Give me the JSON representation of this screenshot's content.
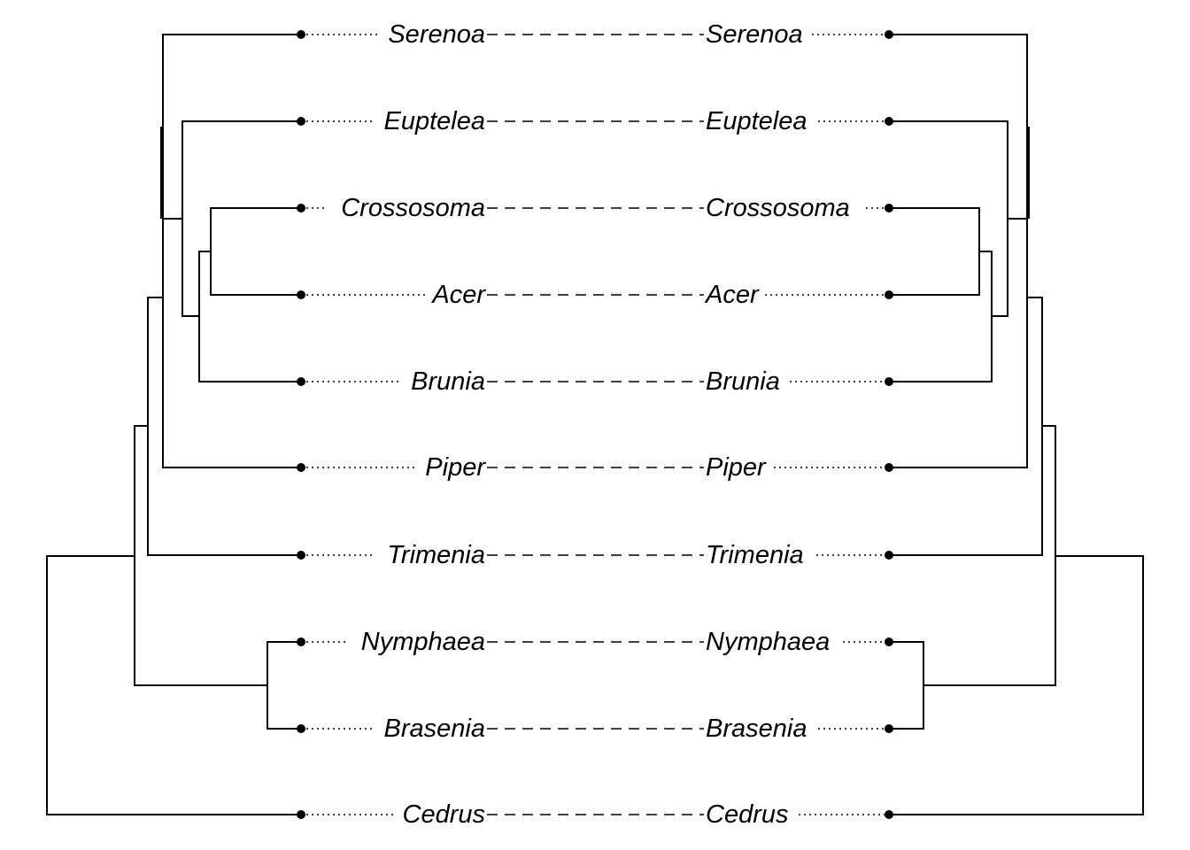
{
  "taxa": [
    "Serenoa",
    "Euptelea",
    "Crossosoma",
    "Acer",
    "Brunia",
    "Piper",
    "Trimenia",
    "Nymphaea",
    "Brasenia",
    "Cedrus"
  ],
  "left_tree": {
    "taxa": [
      "Serenoa",
      "Euptelea",
      "Crossosoma",
      "Acer",
      "Brunia",
      "Piper",
      "Trimenia",
      "Nymphaea",
      "Brasenia",
      "Cedrus"
    ]
  },
  "right_tree": {
    "taxa": [
      "Serenoa",
      "Euptelea",
      "Crossosoma",
      "Acer",
      "Brunia",
      "Piper",
      "Trimenia",
      "Nymphaea",
      "Brasenia",
      "Cedrus"
    ]
  }
}
